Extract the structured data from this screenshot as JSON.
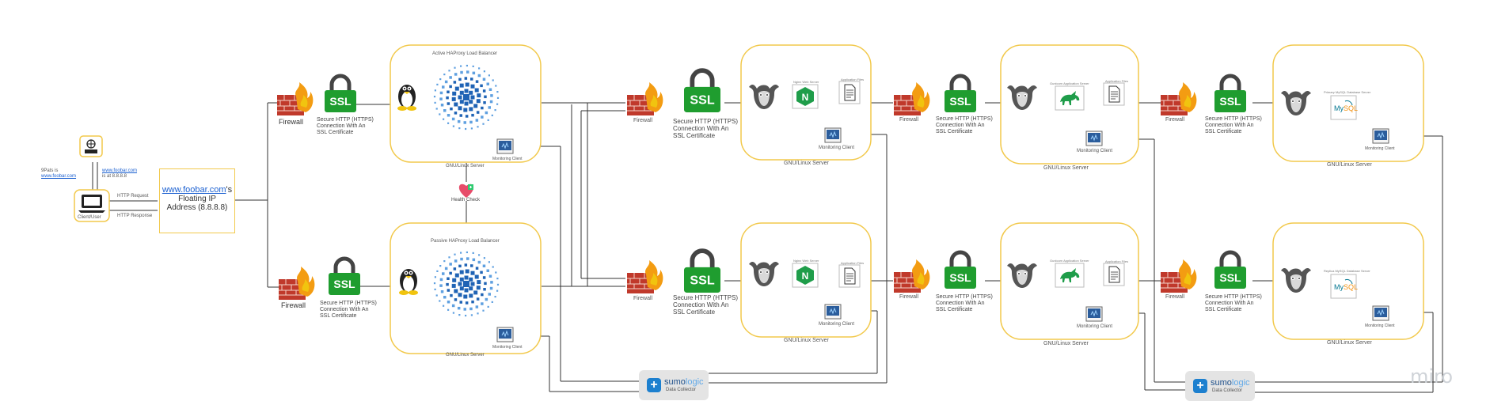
{
  "client": {
    "label": "Client/User",
    "dns_note_prefix": "9Pats is",
    "dns_note_link": "www.foobar.com",
    "resolve_link": "www.foobar.com",
    "resolve_ip": "is at 8.8.8.8",
    "http_request": "HTTP Request",
    "http_response": "HTTP Response"
  },
  "floating_ip": {
    "link": "www.foobar.com",
    "suffix": "'s",
    "line2": "Floating IP",
    "line3": "Address (8.8.8.8)"
  },
  "labels": {
    "firewall": "Firewall",
    "ssl_text": "SSL",
    "ssl_caption_1": "Secure HTTP (HTTPS)",
    "ssl_caption_2": "Connection With An",
    "ssl_caption_3": "SSL Certificate",
    "server": "GNU/Linux Server",
    "monitoring": "Monitoring Client",
    "health_check": "Health Check",
    "active_lb": "Active HAProxy Load Balancer",
    "passive_lb": "Passive HAProxy Load Balancer",
    "nginx_caption": "Nginx Web Server",
    "app_files": "Application Files",
    "app_server": "Gunicorn Application Server",
    "mysql_caption": "Primary MySQL Database Server",
    "mysql_caption_2": "Replica MySQL Database Server",
    "nginx_letter": "N",
    "mysql_text": "MySQL"
  },
  "sumologic": {
    "word_1": "sumo",
    "word_2": "logic",
    "sub": "Data Collector"
  },
  "watermark": "miro",
  "colors": {
    "server_border": "#f2c94c",
    "ssl_green": "#1f9d2f",
    "firewall_red": "#c0392b",
    "flame": "#f39c12",
    "sumo_blue": "#1d80cf",
    "monitor_blue": "#2b5d9c"
  }
}
